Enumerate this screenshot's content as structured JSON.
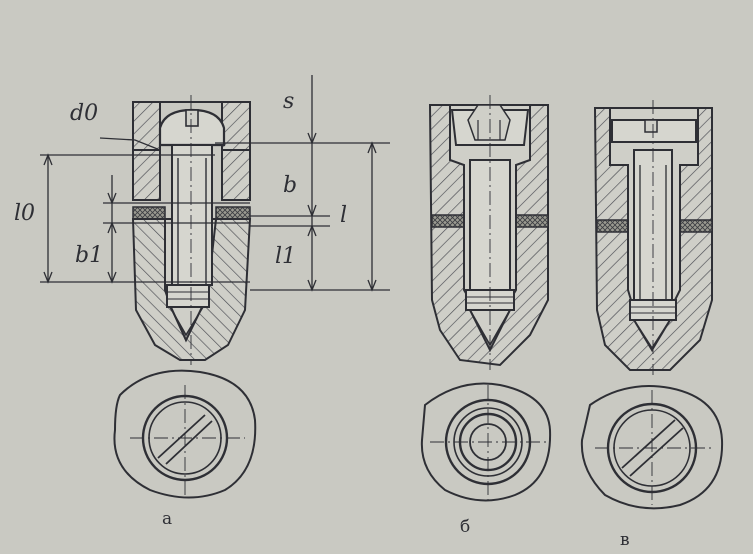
{
  "dimension_labels": {
    "d0": "d0",
    "s": "s",
    "l0": "l0",
    "b": "b",
    "l": "l",
    "b1": "b1",
    "l1": "l1"
  },
  "captions": [
    "а",
    "б",
    "в"
  ],
  "colors": {
    "paper": "#c9c9c2",
    "ink": "#2e2f35",
    "hatch": "#4a4b52",
    "gasket": "#8a8a80"
  }
}
